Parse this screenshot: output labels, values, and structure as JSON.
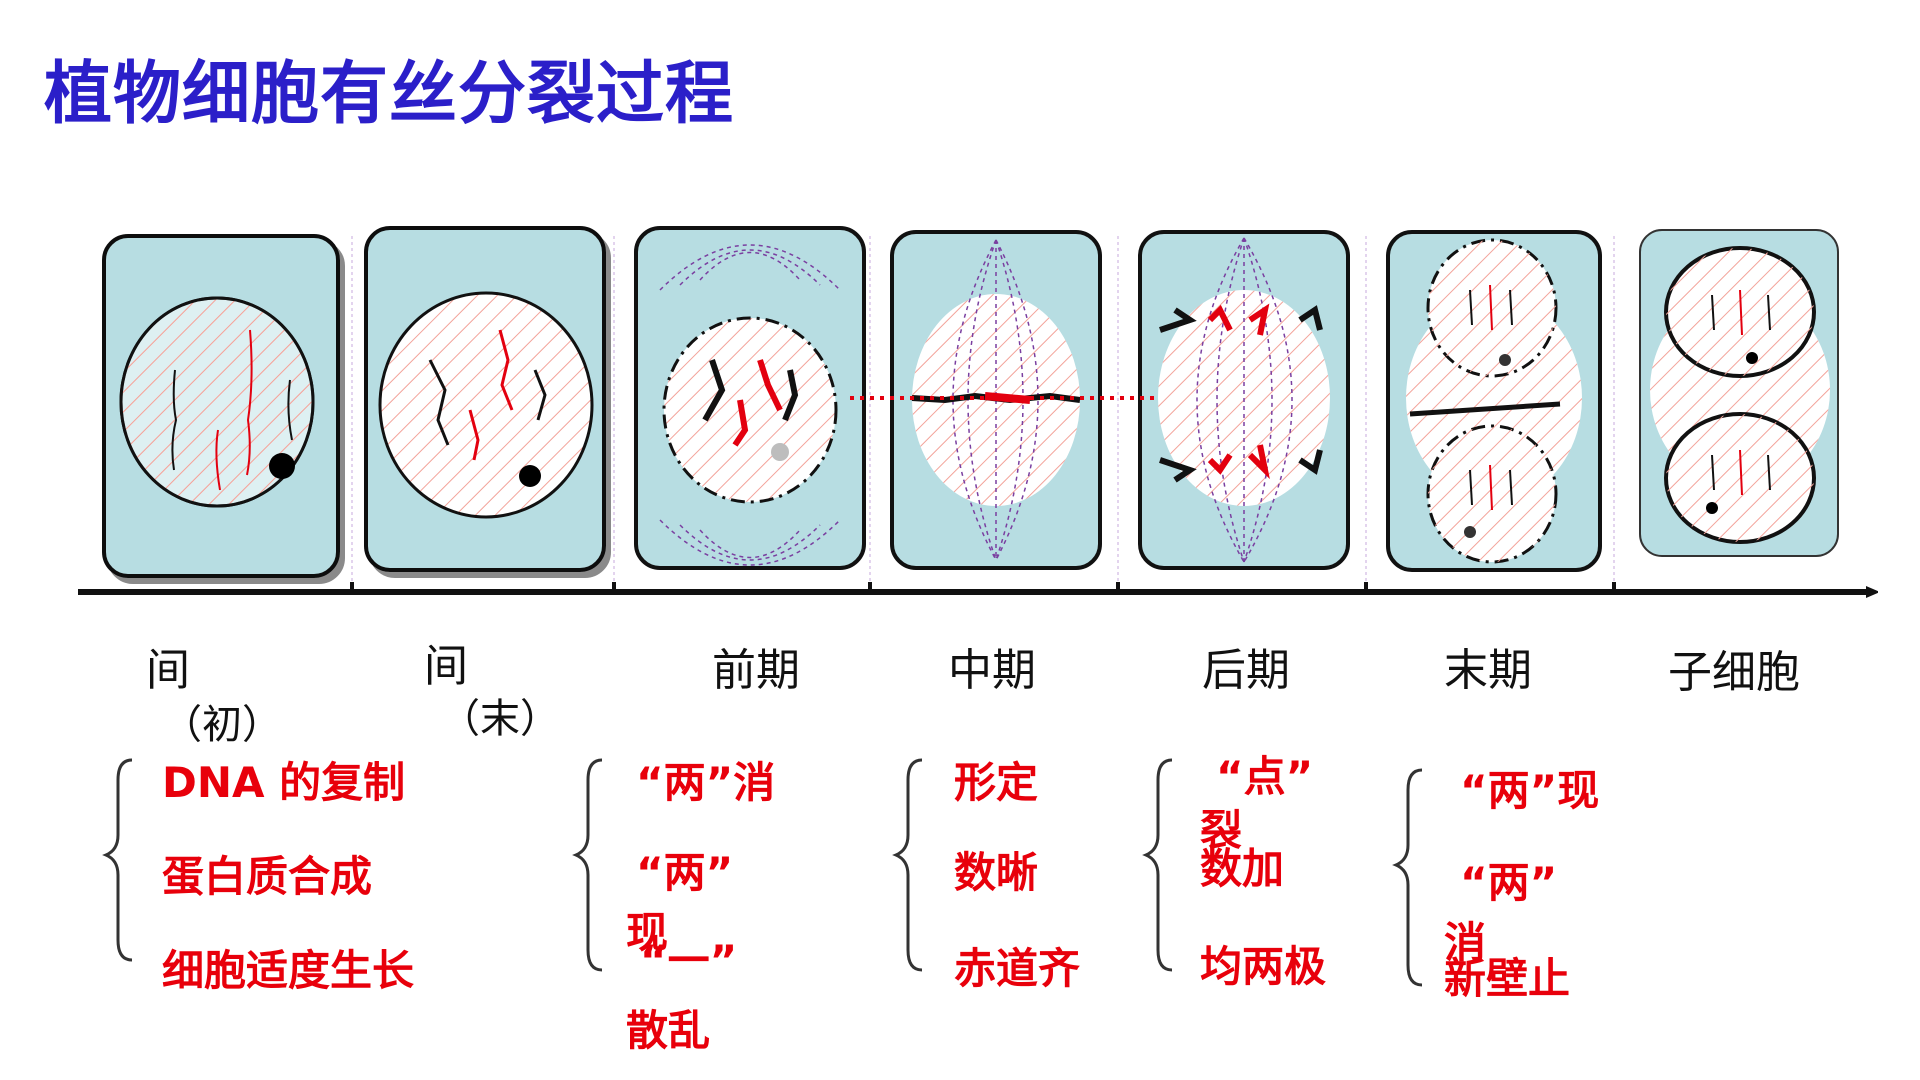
{
  "title": "植物细胞有丝分裂过程",
  "stages": [
    {
      "label": "间",
      "sub": "（初）"
    },
    {
      "label": "间",
      "sub": "（末）"
    },
    {
      "label": "前期"
    },
    {
      "label": "中期"
    },
    {
      "label": "后期"
    },
    {
      "label": "末期"
    },
    {
      "label": "子细胞"
    }
  ],
  "notes": {
    "interphase": [
      "DNA 的复制",
      "蛋白质合成",
      "细胞适度生长"
    ],
    "prophase": [
      "“两”消",
      "“两”",
      "现",
      "“一”",
      "散乱"
    ],
    "metaphase": [
      "形定",
      "数晰",
      "赤道齐"
    ],
    "anaphase": [
      "“点”",
      "裂",
      "数加",
      "均两极"
    ],
    "telophase": [
      "“两”现",
      "“两”",
      "消",
      "新壁止"
    ]
  },
  "colors": {
    "title": "#2b1fc9",
    "cell_fill": "#b7dde2",
    "notes": "#e8000b",
    "chromosome_red": "#e3000f",
    "spindle": "#7a3fa0"
  }
}
